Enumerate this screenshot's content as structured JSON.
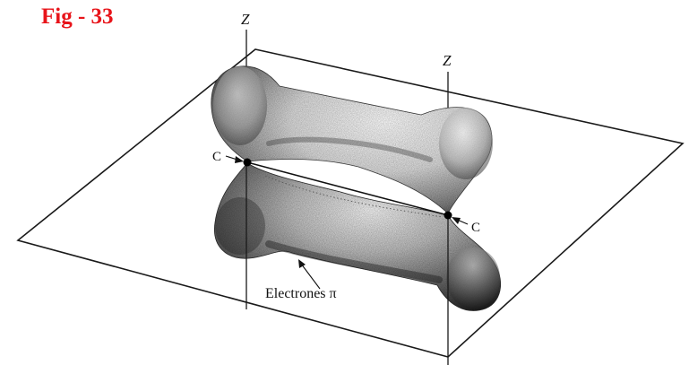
{
  "figure": {
    "title": "Fig - 33",
    "title_color": "#e8141a"
  },
  "labels": {
    "axis_left": "Z",
    "axis_right": "Z",
    "atom_left": "C",
    "atom_right": "C",
    "caption": "Electrones π"
  },
  "colors": {
    "line": "#1a1a1a",
    "lobe_dark": "#1c1c1c",
    "lobe_mid": "#7a7a7a",
    "lobe_light": "#f2f2f2",
    "background": "#ffffff"
  }
}
